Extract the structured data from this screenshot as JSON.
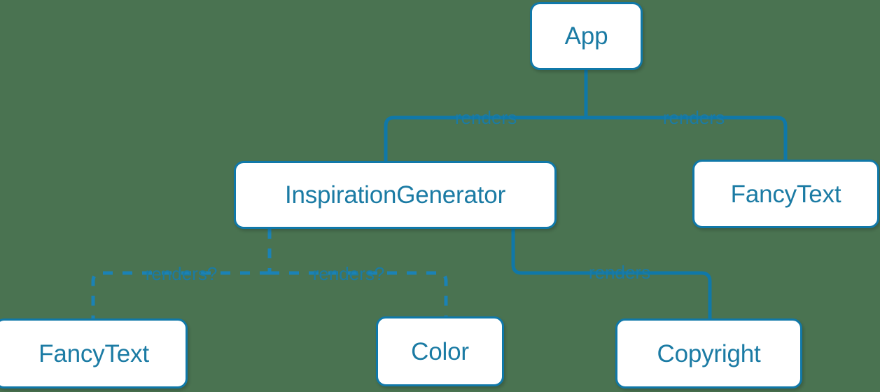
{
  "diagram": {
    "type": "component-tree",
    "background_color": "#4a7351",
    "node_fill_color": "#ffffff",
    "node_border_color": "#1078a8",
    "text_color": "#1b7ba4",
    "edge_color": "#1078a8",
    "nodes": [
      {
        "id": "app",
        "label": "App"
      },
      {
        "id": "inspgen",
        "label": "InspirationGenerator"
      },
      {
        "id": "fancytext-r",
        "label": "FancyText"
      },
      {
        "id": "fancytext-b",
        "label": "FancyText"
      },
      {
        "id": "color",
        "label": "Color"
      },
      {
        "id": "copyright",
        "label": "Copyright"
      }
    ],
    "edges": [
      {
        "from": "app",
        "to": "inspgen",
        "label": "renders",
        "style": "solid"
      },
      {
        "from": "app",
        "to": "fancytext-r",
        "label": "renders",
        "style": "solid"
      },
      {
        "from": "inspgen",
        "to": "fancytext-b",
        "label": "renders?",
        "style": "dashed"
      },
      {
        "from": "inspgen",
        "to": "color",
        "label": "renders?",
        "style": "dashed"
      },
      {
        "from": "inspgen",
        "to": "copyright",
        "label": "renders",
        "style": "solid"
      }
    ],
    "edge_labels": {
      "renders_left": "renders",
      "renders_right": "renders",
      "renders_q1": "renders?",
      "renders_q2": "renders?",
      "renders_copyright": "renders"
    }
  }
}
